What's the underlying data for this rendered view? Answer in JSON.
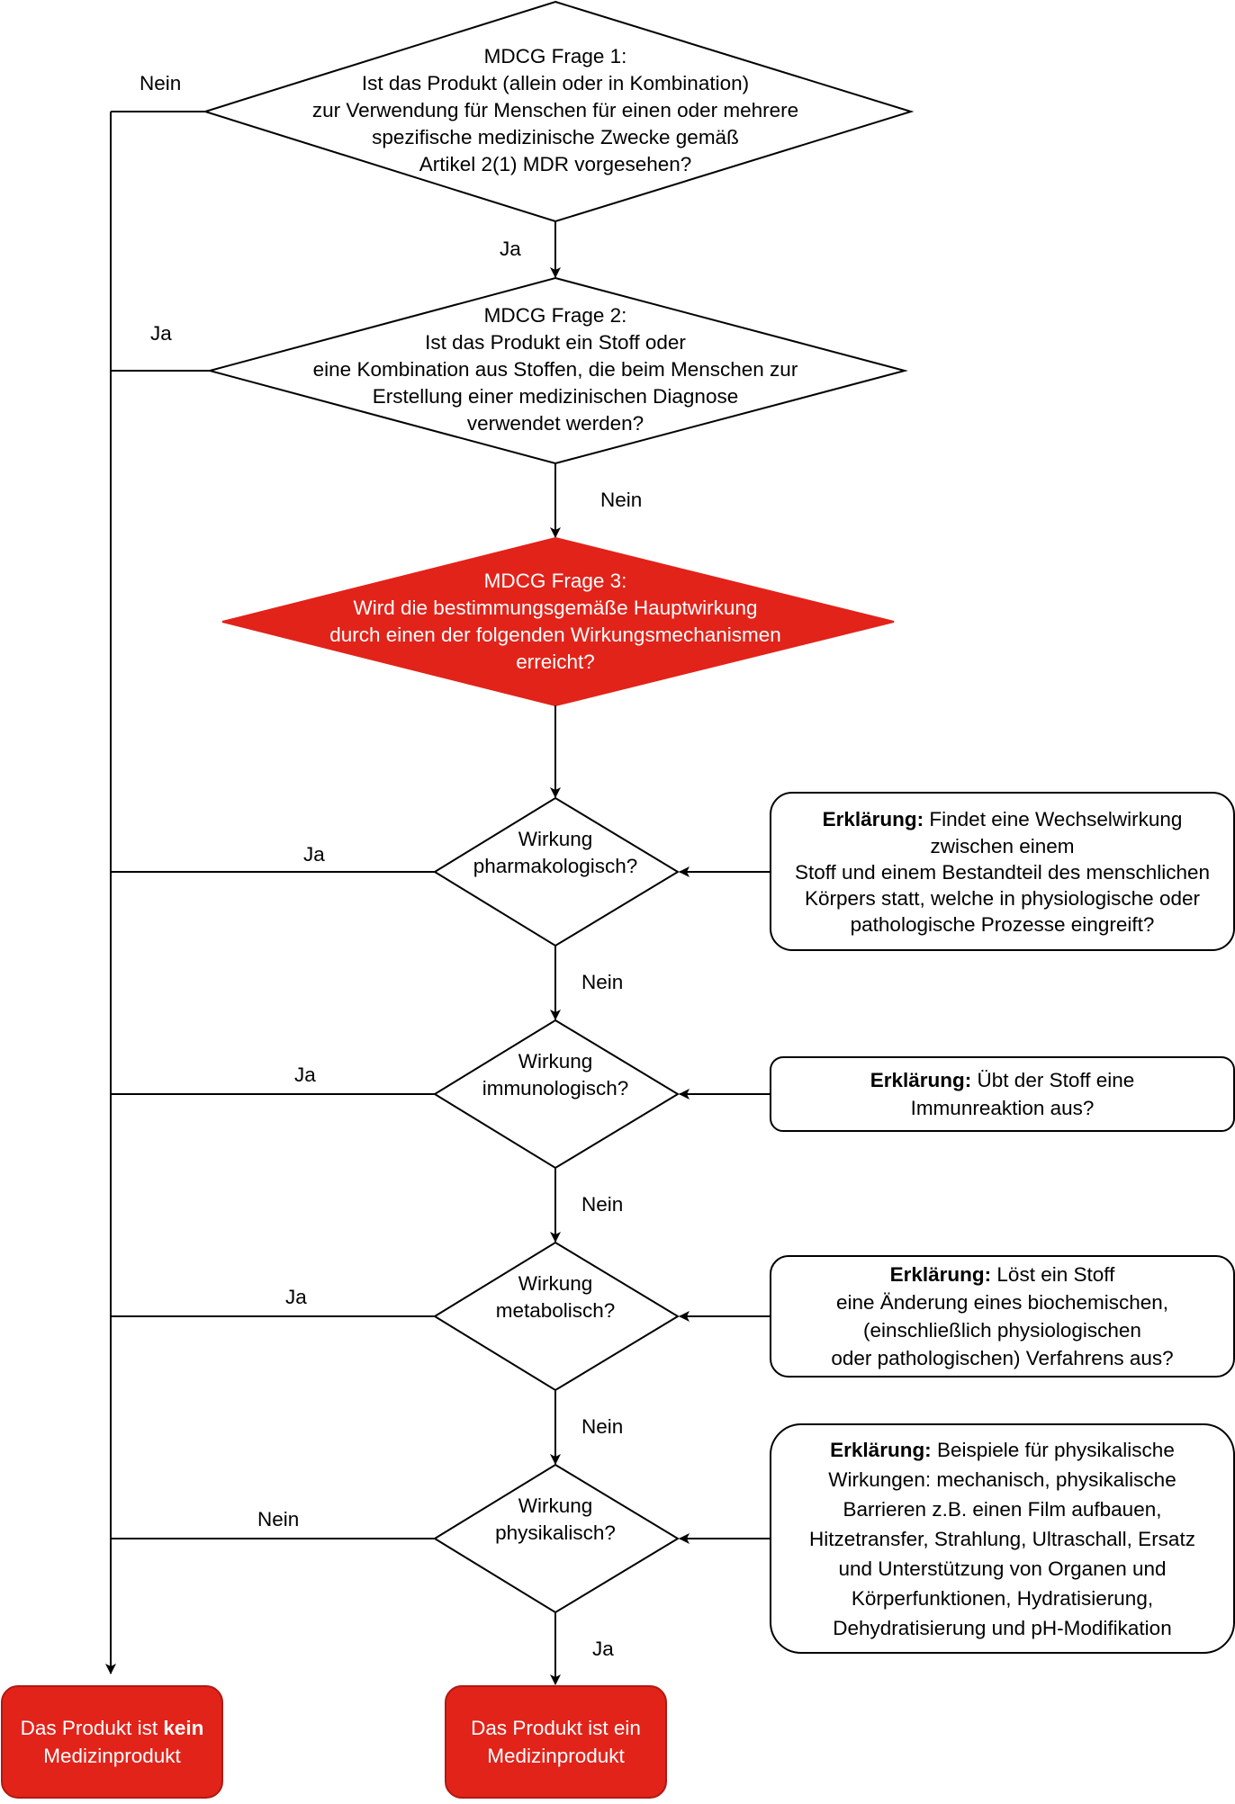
{
  "colors": {
    "accent_red": "#e2231a",
    "line": "#000000",
    "box_stroke": "#000000"
  },
  "q1": {
    "lines": [
      "MDCG Frage 1:",
      "Ist das Produkt (allein oder in Kombination)",
      "zur Verwendung für Menschen für einen oder mehrere",
      "spezifische medizinische Zwecke gemäß",
      "Artikel 2(1) MDR vorgesehen?"
    ]
  },
  "q2": {
    "lines": [
      "MDCG Frage 2:",
      "Ist das Produkt ein Stoff oder",
      "eine Kombination aus Stoffen, die beim Menschen zur",
      "Erstellung einer medizinischen Diagnose",
      "verwendet werden?"
    ]
  },
  "q3": {
    "lines": [
      "MDCG Frage 3:",
      "Wird die bestimmungsgemäße Hauptwirkung",
      "durch einen der folgenden Wirkungsmechanismen",
      "erreicht?"
    ]
  },
  "d_pharma": {
    "lines": [
      "Wirkung",
      "pharmakologisch?"
    ]
  },
  "d_immuno": {
    "lines": [
      "Wirkung",
      "immunologisch?"
    ]
  },
  "d_meta": {
    "lines": [
      "Wirkung",
      "metabolisch?"
    ]
  },
  "d_phys": {
    "lines": [
      "Wirkung",
      "physikalisch?"
    ]
  },
  "labels": {
    "q1_no": "Nein",
    "q1_yes": "Ja",
    "q2_yes": "Ja",
    "q2_no": "Nein",
    "pharma_yes": "Ja",
    "pharma_no": "Nein",
    "immuno_yes": "Ja",
    "immuno_no": "Nein",
    "meta_yes": "Ja",
    "meta_no": "Nein",
    "phys_no": "Nein",
    "phys_yes": "Ja"
  },
  "explanations": {
    "bold_label": "Erklärung:",
    "pharma": {
      "first": "Findet eine Wechselwirkung",
      "rest": [
        "zwischen einem",
        "Stoff und einem Bestandteil des menschlichen",
        "Körpers statt, welche in physiologische oder",
        "pathologische Prozesse eingreift?"
      ]
    },
    "immuno": {
      "first": "Übt der Stoff eine",
      "rest": [
        "Immunreaktion aus?"
      ]
    },
    "meta": {
      "first": "Löst ein Stoff",
      "rest": [
        "eine Änderung eines biochemischen,",
        "(einschließlich physiologischen",
        "oder pathologischen) Verfahrens aus?"
      ]
    },
    "phys": {
      "first": "Beispiele für physikalische",
      "rest": [
        "Wirkungen: mechanisch, physikalische",
        "Barrieren z.B. einen Film aufbauen,",
        "Hitzetransfer, Strahlung, Ultraschall, Ersatz",
        "und Unterstützung von Organen und",
        "Körperfunktionen, Hydratisierung,",
        "Dehydratisierung und pH-Modifikation"
      ]
    }
  },
  "results": {
    "not_md": {
      "prefix": "Das Produkt ist ",
      "bold": "kein",
      "line2": "Medizinprodukt"
    },
    "is_md": {
      "line1": "Das Produkt ist ein",
      "line2": "Medizinprodukt"
    }
  }
}
